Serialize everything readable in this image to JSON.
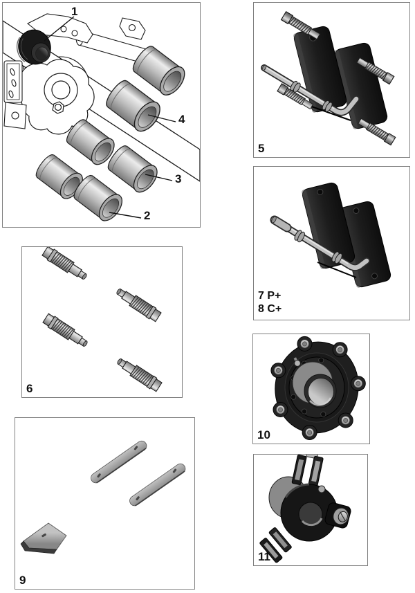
{
  "document": {
    "type": "parts-catalog-page",
    "background": "#ffffff",
    "panel_border_color": "#7f7f7f",
    "label_color": "#111111",
    "line_art_color": "#1a1a1a",
    "metal_light": "#e8e8e8",
    "metal_mid": "#b5b5b5",
    "metal_dark": "#6e6e6e",
    "dark_part_color": "#1e1e1e"
  },
  "panels": {
    "axle_assembly": {
      "callout_1": "1",
      "callout_2": "2",
      "callout_3": "3",
      "callout_4": "4"
    },
    "puller_double": {
      "label": "5"
    },
    "puller_single": {
      "label_lines": [
        "7 P+",
        "8 C+"
      ]
    },
    "studs": {
      "label": "6"
    },
    "plates": {
      "label": "9"
    },
    "hub_flange": {
      "label": "10"
    },
    "knuckle": {
      "label": "11"
    }
  }
}
